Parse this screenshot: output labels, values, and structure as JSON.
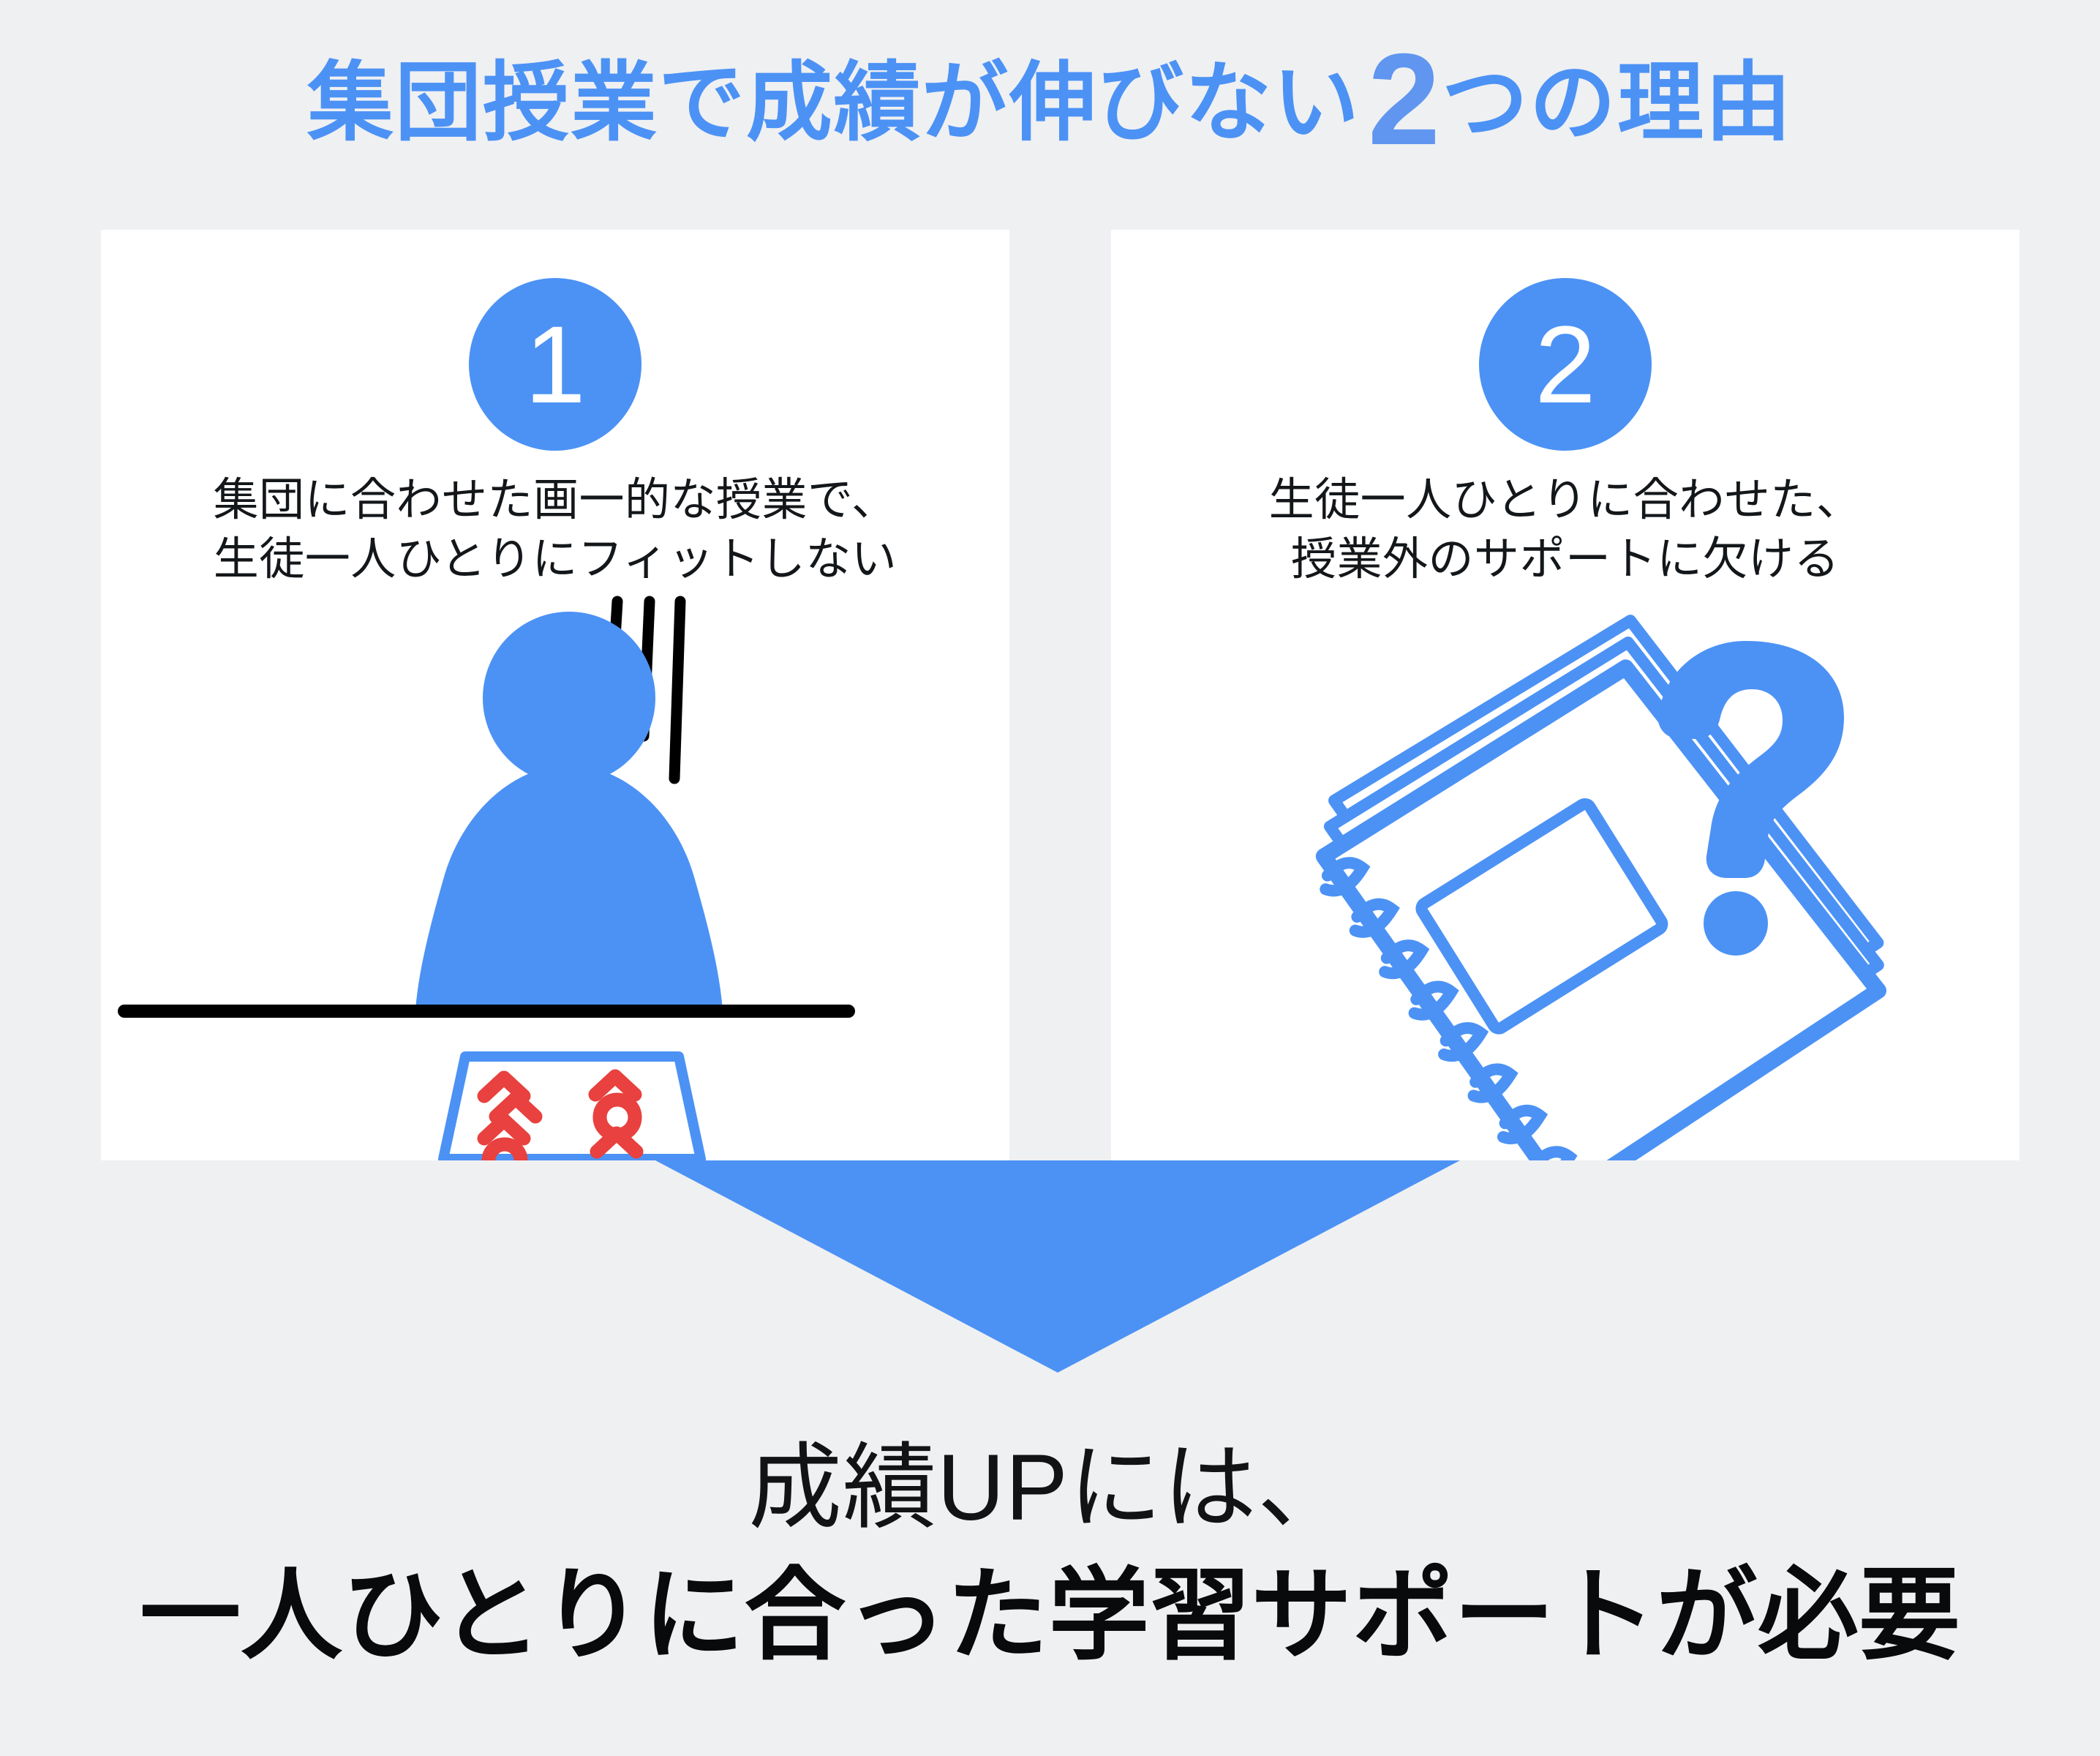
{
  "theme": {
    "background": "#eff0f2",
    "card_background": "#ffffff",
    "accent_blue": "#4c92f5",
    "title_blue": "#4c92f5",
    "title_number_blue": "#6096f0",
    "mark_red": "#e8413f",
    "text_black": "#14171a"
  },
  "title": {
    "lead": "集団授業で成績が伸びない",
    "number": "2",
    "trail": "つの理由",
    "full": "集団授業で成績が伸びない2つの理由"
  },
  "cards": [
    {
      "badge": "1",
      "description": "集団に合わせた画一的な授業で、\n生徒一人ひとりにフィットしない",
      "illustration": "discouraged-student-at-desk-with-test-paper"
    },
    {
      "badge": "2",
      "description": "生徒一人ひとりに合わせた、\n授業外のサポートに欠ける",
      "illustration": "notebook-with-question-mark"
    }
  ],
  "arrow": {
    "direction": "down",
    "color": "#4c92f5"
  },
  "conclusion": {
    "line1": "成績UPには、",
    "line2": "一人ひとりに合った学習サポートが必要"
  }
}
